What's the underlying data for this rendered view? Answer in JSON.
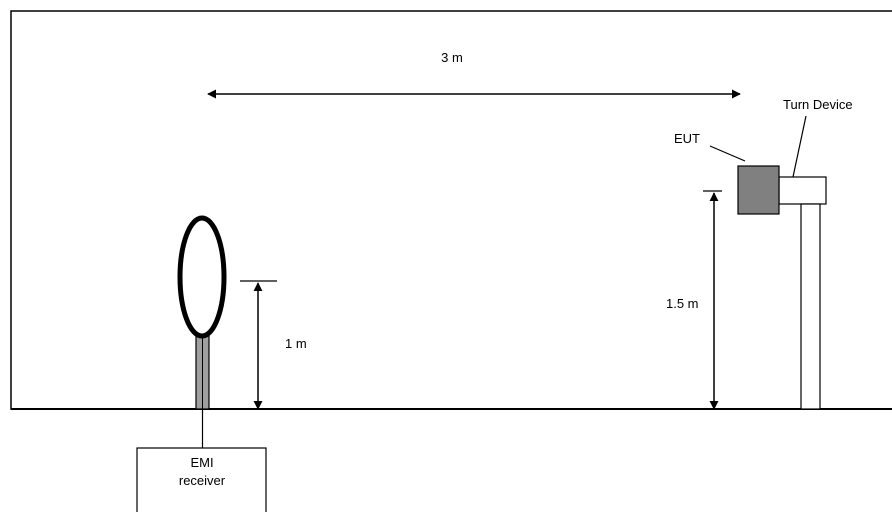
{
  "labels": {
    "distance": "3 m",
    "turn_device": "Turn Device",
    "eut": "EUT",
    "eut_height": "1.5 m",
    "antenna_height": "1 m",
    "receiver_line1": "EMI",
    "receiver_line2": "receiver"
  },
  "colors": {
    "eut_fill": "#808080",
    "mast_fill": "#a0a0a0",
    "stroke": "#000000"
  }
}
